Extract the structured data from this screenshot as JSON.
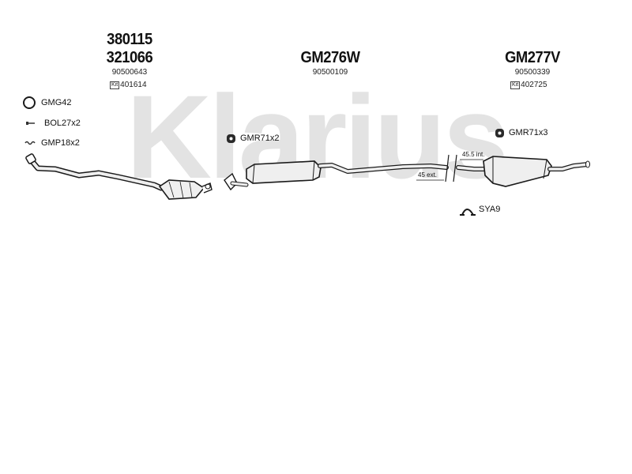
{
  "watermark": "Klarius",
  "groups": [
    {
      "codes": [
        "380115",
        "321066"
      ],
      "oe": "90500643",
      "kit_label": "Kit",
      "kit": "401614"
    },
    {
      "codes": [
        "GM276W"
      ],
      "oe": "90500109"
    },
    {
      "codes": [
        "GM277V"
      ],
      "oe": "90500339",
      "kit_label": "Kit",
      "kit": "402725"
    }
  ],
  "accessories": [
    {
      "icon": "ring-gasket-icon",
      "label": "GMG42"
    },
    {
      "icon": "bolt-icon",
      "label": "BOL27x2"
    },
    {
      "icon": "spring-icon",
      "label": "GMP18x2"
    },
    {
      "icon": "rubber-hanger-icon",
      "label": "GMR71x2"
    },
    {
      "icon": "rubber-hanger-icon",
      "label": "GMR71x3"
    },
    {
      "icon": "clamp-icon",
      "label": "SYA9"
    }
  ],
  "dimensions": {
    "internal": "45.5 int.",
    "external": "45 ext."
  },
  "colors": {
    "watermark": "#e3e3e3",
    "line": "#1a1a1a",
    "part_fill": "#efefef",
    "icon_dark": "#333333"
  }
}
